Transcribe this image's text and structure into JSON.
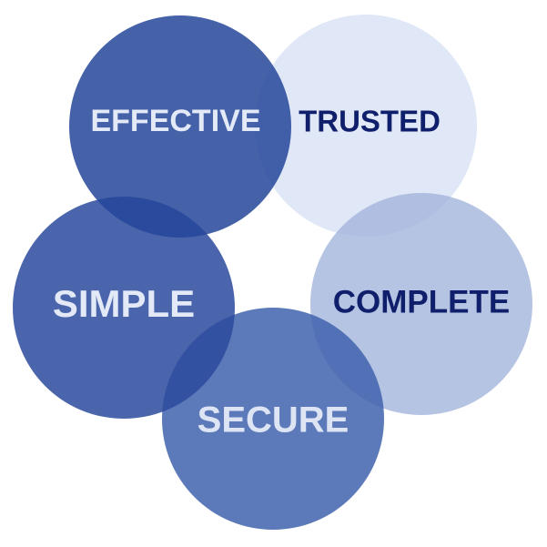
{
  "diagram": {
    "circles": [
      {
        "label": "TRUSTED",
        "fill": "#dbe3f4",
        "text_color": "#0f1f6b"
      },
      {
        "label": "COMPLETE",
        "fill": "#a4b5dc",
        "text_color": "#0f1f6b"
      },
      {
        "label": "SECURE",
        "fill": "#3f61ad",
        "text_color": "#dde5f5"
      },
      {
        "label": "SIMPLE",
        "fill": "#2a4a9c",
        "text_color": "#e3e9f7"
      },
      {
        "label": "EFFECTIVE",
        "fill": "#24479a",
        "text_color": "#e3e9f7"
      }
    ]
  }
}
